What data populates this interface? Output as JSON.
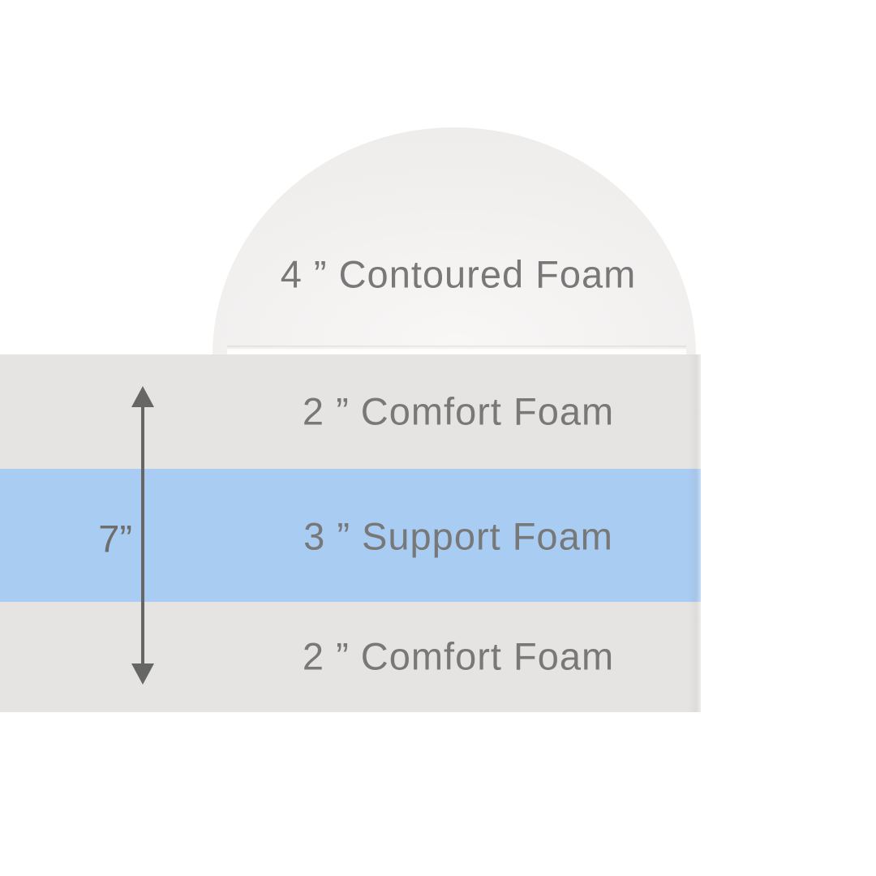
{
  "diagram": {
    "dome": {
      "label": "4 ” Contoured Foam",
      "thickness_inches": 4
    },
    "layers": [
      {
        "label": "2 ” Comfort Foam",
        "thickness_inches": 2,
        "color": "#e5e4e2"
      },
      {
        "label": "3 ” Support Foam",
        "thickness_inches": 3,
        "color": "#a9ccf2"
      },
      {
        "label": "2 ” Comfort Foam",
        "thickness_inches": 2,
        "color": "#e5e4e2"
      }
    ],
    "total_height": {
      "label": "7”",
      "value_inches": 7
    },
    "colors": {
      "background": "#ffffff",
      "comfort_gray": "#e5e4e2",
      "support_blue": "#a9ccf2",
      "dome_gray": "#f0efed",
      "label_text": "#787878",
      "arrow": "#666666"
    }
  }
}
